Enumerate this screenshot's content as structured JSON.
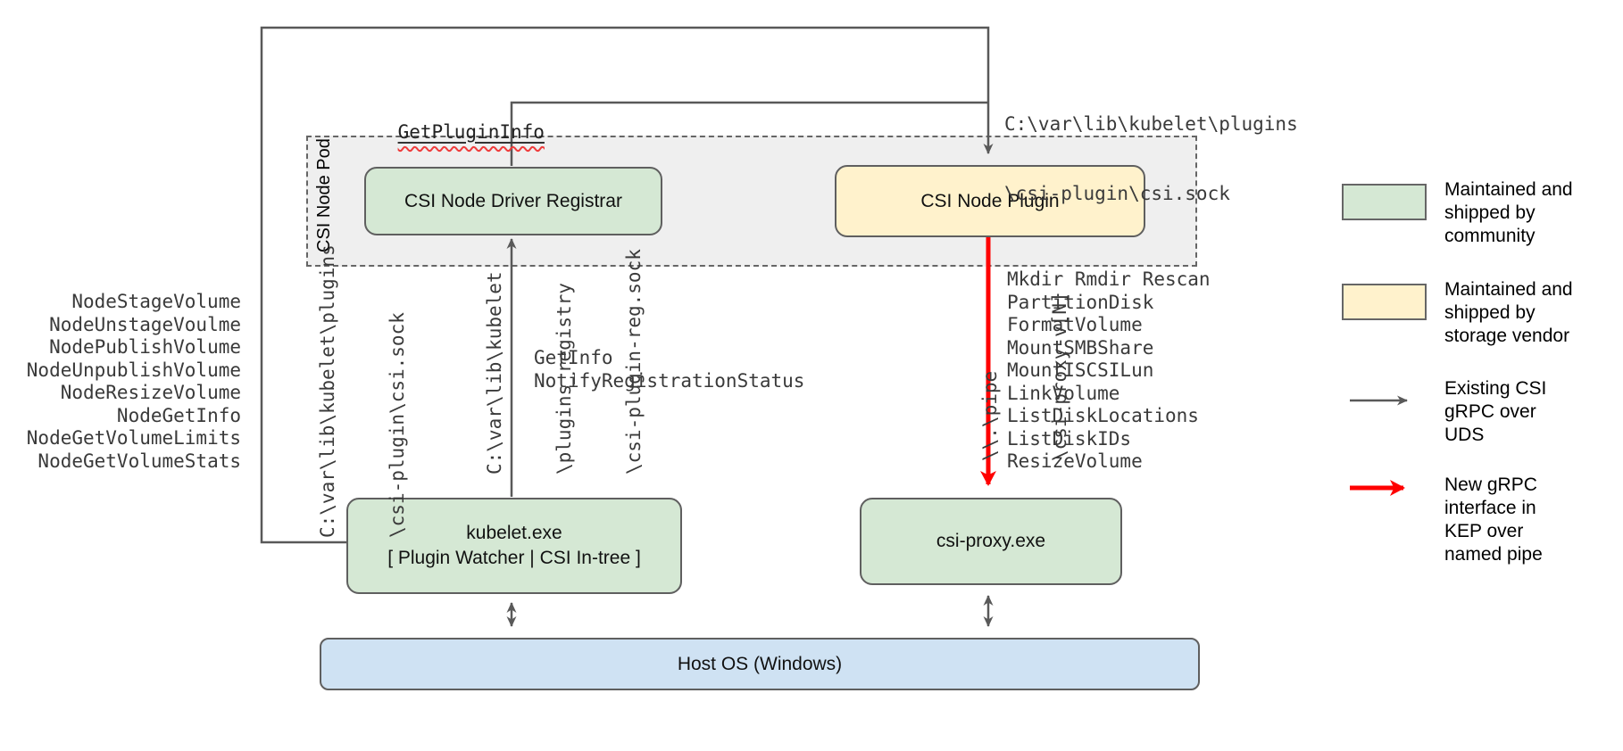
{
  "diagram": {
    "pod_label": "CSI Node Pod",
    "nodes": {
      "registrar": "CSI Node Driver Registrar",
      "plugin": "CSI Node Plugin",
      "kubelet_line1": "kubelet.exe",
      "kubelet_line2": "[ Plugin Watcher | CSI In-tree ]",
      "csi_proxy": "csi-proxy.exe",
      "host_os": "Host OS (Windows)"
    },
    "labels": {
      "get_plugin_info": "GetPluginInfo",
      "csi_sock_horizontal_line1": "C:\\var\\lib\\kubelet\\plugins",
      "csi_sock_horizontal_line2": "\\csi-plugin\\csi.sock"
    },
    "kubelet_csi_methods": [
      "NodeStageVolume",
      "NodeUnstageVoulme",
      "NodePublishVolume",
      "NodeUnpublishVolume",
      "NodeResizeVolume",
      "NodeGetInfo",
      "NodeGetVolumeLimits",
      "NodeGetVolumeStats"
    ],
    "registration_methods": [
      "GetInfo",
      "NotifyRegistrationStatus"
    ],
    "proxy_methods": [
      "Mkdir Rmdir Rescan",
      "PartitionDisk",
      "FormatVolume",
      "MountSMBShare",
      "MountISCSILun",
      "LinkVolume",
      "ListDiskLocations",
      "ListDiskIDs",
      "ResizeVolume"
    ],
    "vertical_labels": {
      "csi_sock": [
        "C:\\var\\lib\\kubelet\\plugins",
        "\\csi-plugin\\csi.sock"
      ],
      "reg_sock": [
        "C:\\var\\lib\\kubelet",
        "\\plugins_registry",
        "\\csi-plugin-reg.sock"
      ],
      "named_pipe": [
        "\\\\.\\pipe",
        "\\csi-proxy-v[N]"
      ]
    },
    "legend": [
      {
        "lines": [
          "Maintained and",
          "shipped by",
          "community"
        ]
      },
      {
        "lines": [
          "Maintained and",
          "shipped by",
          "storage vendor"
        ]
      },
      {
        "lines": [
          "Existing CSI",
          "gRPC over",
          "UDS"
        ]
      },
      {
        "lines": [
          "New gRPC",
          "interface in",
          "KEP over",
          "named pipe"
        ]
      }
    ],
    "colors": {
      "community_green": "#d5e8d4",
      "vendor_yellow": "#fff2cc",
      "host_blue": "#cfe2f3",
      "new_interface_red": "#ff0000",
      "wire_gray": "#595959"
    }
  }
}
